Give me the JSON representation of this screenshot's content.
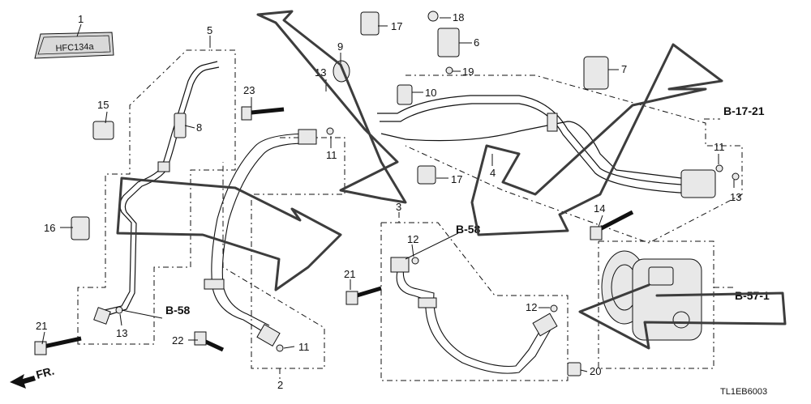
{
  "diagram": {
    "label_plate_text": "HFC134a",
    "part_numbers": [
      "1",
      "2",
      "3",
      "4",
      "5",
      "6",
      "7",
      "8",
      "9",
      "10",
      "11",
      "12",
      "13",
      "14",
      "15",
      "16",
      "17",
      "18",
      "19",
      "20",
      "21",
      "22",
      "23"
    ],
    "refs": [
      "B-17-21",
      "B-58",
      "B-58",
      "B-57-1"
    ],
    "direction_label": "FR.",
    "drawing_code": "TL1EB6003"
  },
  "colors": {
    "line": "#111111",
    "scribble": "#3d3d3d",
    "background": "#ffffff"
  }
}
